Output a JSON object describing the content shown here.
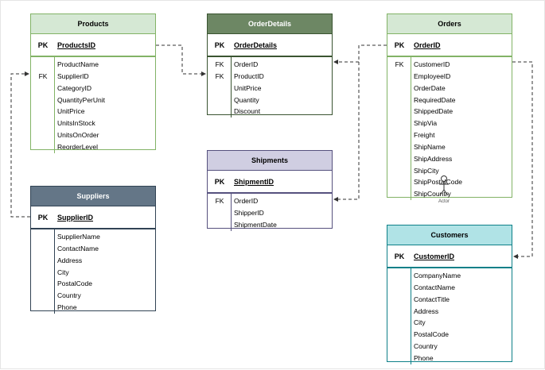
{
  "diagram": {
    "tables": [
      {
        "id": "products",
        "name": "Products",
        "pk_label": "PK",
        "pk_field": "ProductsID",
        "fields": [
          {
            "key": "",
            "name": "ProductName"
          },
          {
            "key": "FK",
            "name": "SupplierID"
          },
          {
            "key": "",
            "name": "CategoryID"
          },
          {
            "key": "",
            "name": "QuantityPerUnit"
          },
          {
            "key": "",
            "name": "UnitPrice"
          },
          {
            "key": "",
            "name": "UnitsInStock"
          },
          {
            "key": "",
            "name": "UnitsOnOrder"
          },
          {
            "key": "",
            "name": "ReorderLevel"
          }
        ],
        "colors": {
          "header_bg": "#d5e8d4",
          "border": "#82b366",
          "header_text": "#000000"
        }
      },
      {
        "id": "orderdetails",
        "name": "OrderDetails",
        "pk_label": "PK",
        "pk_field": "OrderDetails",
        "fields": [
          {
            "key": "FK",
            "name": "OrderID"
          },
          {
            "key": "FK",
            "name": "ProductID"
          },
          {
            "key": "",
            "name": "UnitPrice"
          },
          {
            "key": "",
            "name": "Quantity"
          },
          {
            "key": "",
            "name": "Discount"
          }
        ],
        "colors": {
          "header_bg": "#6d8764",
          "border": "#3a5431",
          "header_text": "#ffffff"
        }
      },
      {
        "id": "orders",
        "name": "Orders",
        "pk_label": "PK",
        "pk_field": "OrderID",
        "fields": [
          {
            "key": "FK",
            "name": "CustomerID"
          },
          {
            "key": "",
            "name": "EmployeeID"
          },
          {
            "key": "",
            "name": "OrderDate"
          },
          {
            "key": "",
            "name": "RequiredDate"
          },
          {
            "key": "",
            "name": "ShippedDate"
          },
          {
            "key": "",
            "name": "ShipVia"
          },
          {
            "key": "",
            "name": "Freight"
          },
          {
            "key": "",
            "name": "ShipName"
          },
          {
            "key": "",
            "name": "ShipAddress"
          },
          {
            "key": "",
            "name": "ShipCity"
          },
          {
            "key": "",
            "name": "ShipPostalCode"
          },
          {
            "key": "",
            "name": "ShipCountry"
          }
        ],
        "colors": {
          "header_bg": "#d5e8d4",
          "border": "#82b366",
          "header_text": "#000000"
        }
      },
      {
        "id": "shipments",
        "name": "Shipments",
        "pk_label": "PK",
        "pk_field": "ShipmentID",
        "fields": [
          {
            "key": "FK",
            "name": "OrderID"
          },
          {
            "key": "",
            "name": "ShipperID"
          },
          {
            "key": "",
            "name": "ShipmentDate"
          }
        ],
        "colors": {
          "header_bg": "#d0cee2",
          "border": "#56517e",
          "header_text": "#000000"
        }
      },
      {
        "id": "suppliers",
        "name": "Suppliers",
        "pk_label": "PK",
        "pk_field": "SupplierID",
        "fields": [
          {
            "key": "",
            "name": "SupplierName"
          },
          {
            "key": "",
            "name": "ContactName"
          },
          {
            "key": "",
            "name": "Address"
          },
          {
            "key": "",
            "name": "City"
          },
          {
            "key": "",
            "name": "PostalCode"
          },
          {
            "key": "",
            "name": "Country"
          },
          {
            "key": "",
            "name": "Phone"
          }
        ],
        "colors": {
          "header_bg": "#647687",
          "border": "#314354",
          "header_text": "#ffffff"
        }
      },
      {
        "id": "customers",
        "name": "Customers",
        "pk_label": "PK",
        "pk_field": "CustomerID",
        "fields": [
          {
            "key": "",
            "name": "CompanyName"
          },
          {
            "key": "",
            "name": "ContactName"
          },
          {
            "key": "",
            "name": "ContactTitle"
          },
          {
            "key": "",
            "name": "Address"
          },
          {
            "key": "",
            "name": "City"
          },
          {
            "key": "",
            "name": "PostalCode"
          },
          {
            "key": "",
            "name": "Country"
          },
          {
            "key": "",
            "name": "Phone"
          }
        ],
        "colors": {
          "header_bg": "#b0e3e6",
          "border": "#0e8088",
          "header_text": "#000000"
        }
      }
    ],
    "relationships": [
      {
        "from": "products.pk",
        "to": "orderdetails.ProductID"
      },
      {
        "from": "orders.pk",
        "to": "orderdetails.OrderID"
      },
      {
        "from": "orders.pk",
        "to": "shipments.OrderID"
      },
      {
        "from": "suppliers.pk",
        "to": "products.SupplierID"
      },
      {
        "from": "orders.CustomerID",
        "to": "customers.pk"
      }
    ],
    "actor_label": "Actor"
  }
}
